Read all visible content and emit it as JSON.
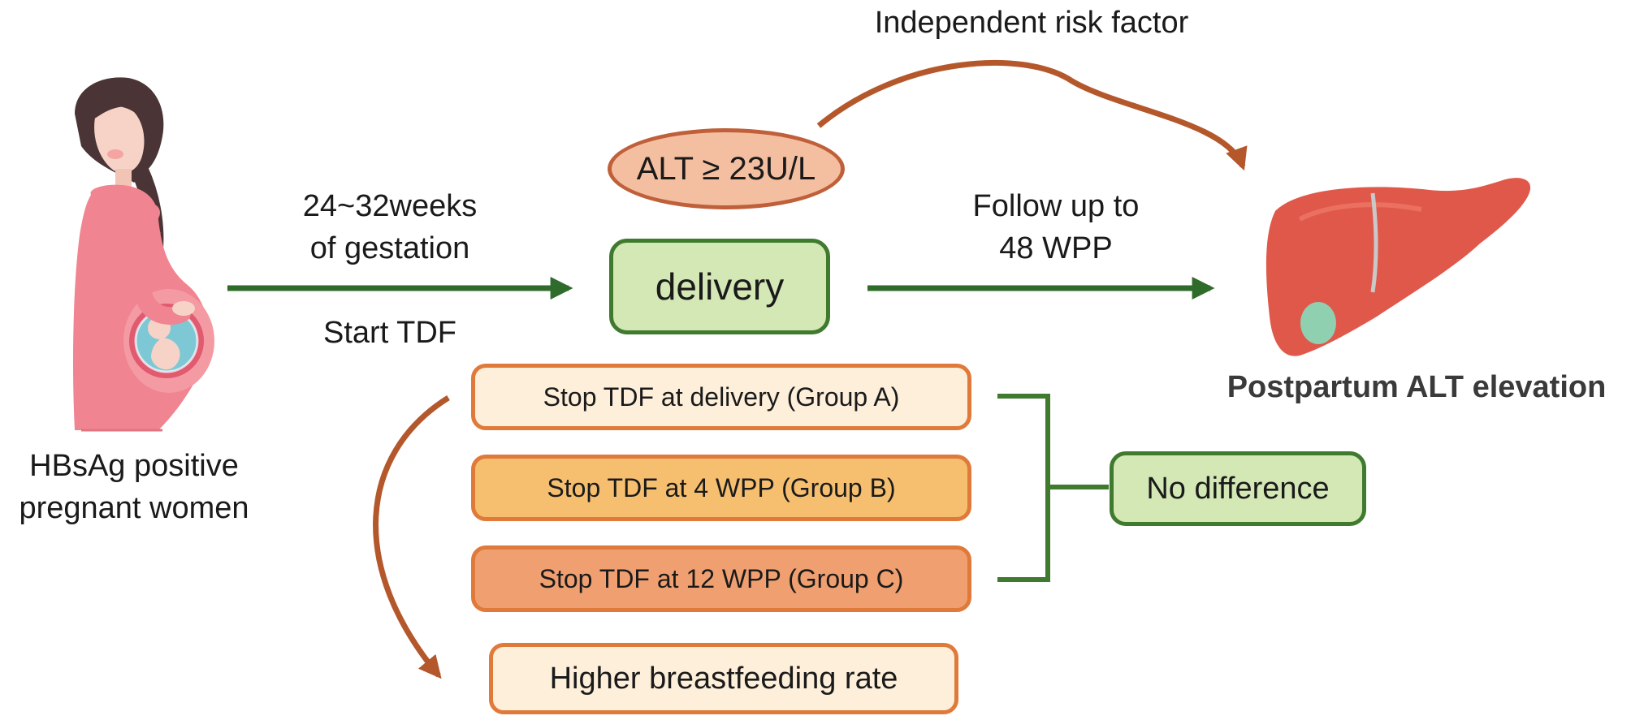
{
  "patient_label": [
    "HBsAg positive",
    "pregnant women"
  ],
  "gestation_label": [
    "24~32weeks",
    "of gestation"
  ],
  "start_label": "Start TDF",
  "alt_threshold": "ALT ≥ 23U/L",
  "risk_label": "Independent risk factor",
  "delivery_label": "delivery",
  "followup_label": [
    "Follow up to",
    "48 WPP"
  ],
  "outcome_label": "Postpartum ALT elevation",
  "groups": [
    "Stop TDF at delivery (Group A)",
    "Stop TDF at 4 WPP (Group B)",
    "Stop TDF at 12 WPP (Group C)"
  ],
  "result_label": "No difference",
  "breastfeeding_label": "Higher breastfeeding rate",
  "colors": {
    "green_arrow": "#2f6b2a",
    "green_fill": "#d4e8b6",
    "green_border": "#3f7a2e",
    "brown_arrow": "#b4582c",
    "alt_fill": "#f4bfa0",
    "alt_border": "#c0603a",
    "group_a_fill": "#fdefd9",
    "group_b_fill": "#f6bf70",
    "group_c_fill": "#f0a070",
    "group_border": "#e07a3a",
    "liver": "#e0584a",
    "gallbladder": "#8fd0b0"
  }
}
